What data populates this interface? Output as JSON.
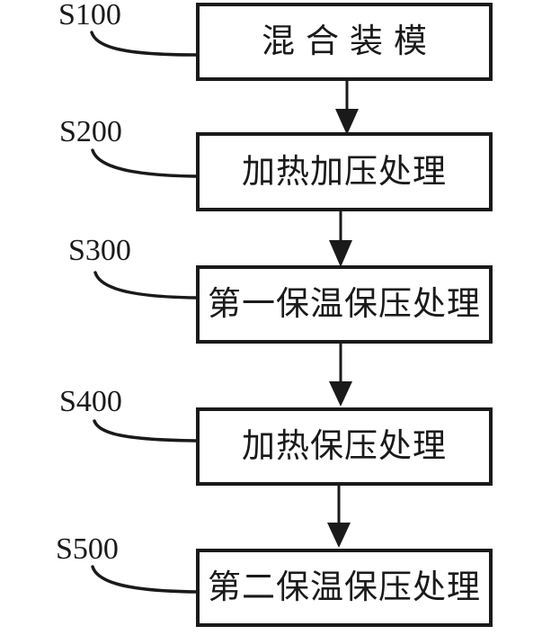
{
  "figure": {
    "type": "flowchart",
    "ink_color": "#1a1a1a",
    "background_color": "#ffffff",
    "steps": [
      {
        "ref": "S100",
        "label": "混合装模"
      },
      {
        "ref": "S200",
        "label": "加热加压处理"
      },
      {
        "ref": "S300",
        "label": "第一保温保压处理"
      },
      {
        "ref": "S400",
        "label": "加热保压处理"
      },
      {
        "ref": "S500",
        "label": "第二保温保压处理"
      }
    ]
  }
}
